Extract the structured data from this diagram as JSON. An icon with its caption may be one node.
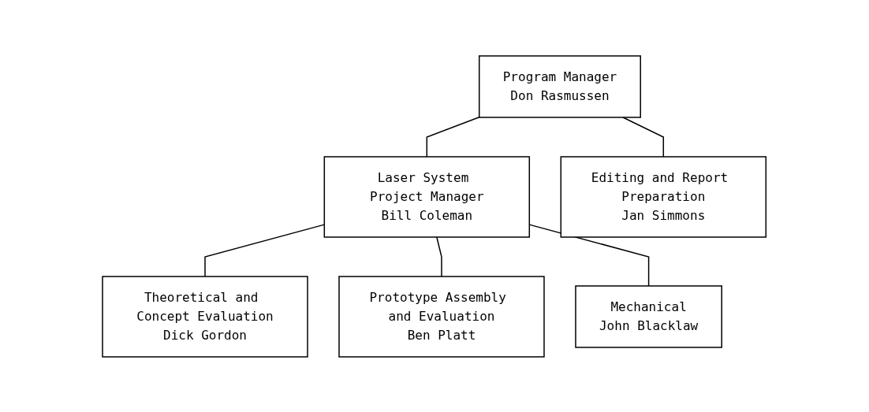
{
  "diagram": {
    "nodes": [
      {
        "text": [
          "Program Manager",
          "Don Rasmussen"
        ]
      },
      {
        "text": [
          "Editing and Report Preparation",
          "Jan Simmons"
        ]
      },
      {
        "text": [
          "Laser System Project Manager",
          "Bill Coleman"
        ]
      },
      {
        "text": [
          "Theoretical and Concept Evaluation",
          "Dick Gordon"
        ]
      },
      {
        "text": [
          "Prototype Assembly and Evaluation",
          "Ben Platt"
        ]
      },
      {
        "text": [
          "Mechanical",
          "John Blacklaw"
        ]
      }
    ],
    "edges": [
      {
        "from": 0,
        "to": 2,
        "arrow": "none"
      },
      {
        "from": 0,
        "to": 1,
        "arrow": "none"
      },
      {
        "from": 2,
        "to": 3,
        "arrow": "none"
      },
      {
        "from": 2,
        "to": 4,
        "arrow": "none"
      },
      {
        "from": 2,
        "to": 5,
        "arrow": "none"
      }
    ]
  }
}
